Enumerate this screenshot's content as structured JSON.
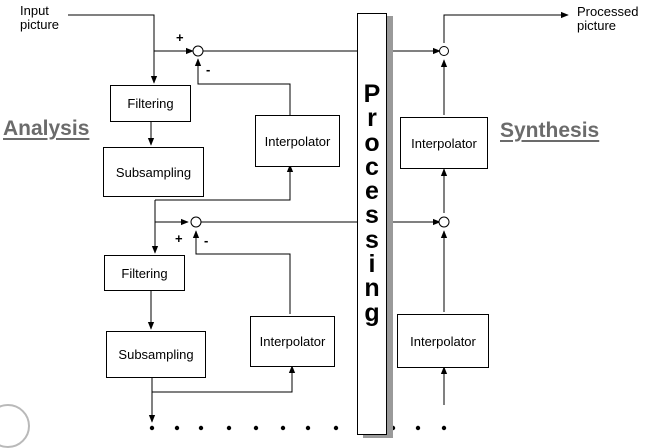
{
  "labels": {
    "input_picture": [
      "Input",
      "picture"
    ],
    "processed_picture": [
      "Processed",
      "picture"
    ],
    "analysis": "Analysis",
    "synthesis": "Synthesis",
    "processing": "Processing",
    "plus": "+",
    "minus": "-"
  },
  "analysis_blocks": {
    "filtering_1": "Filtering",
    "subsampling_1": "Subsampling",
    "interpolator_1": "Interpolator",
    "filtering_2": "Filtering",
    "subsampling_2": "Subsampling",
    "interpolator_2": "Interpolator"
  },
  "synthesis_blocks": {
    "interpolator_1": "Interpolator",
    "interpolator_2": "Interpolator"
  },
  "colors": {
    "title": "#6b6b6b",
    "shadow": "#9a9a9a",
    "line": "#000000"
  }
}
